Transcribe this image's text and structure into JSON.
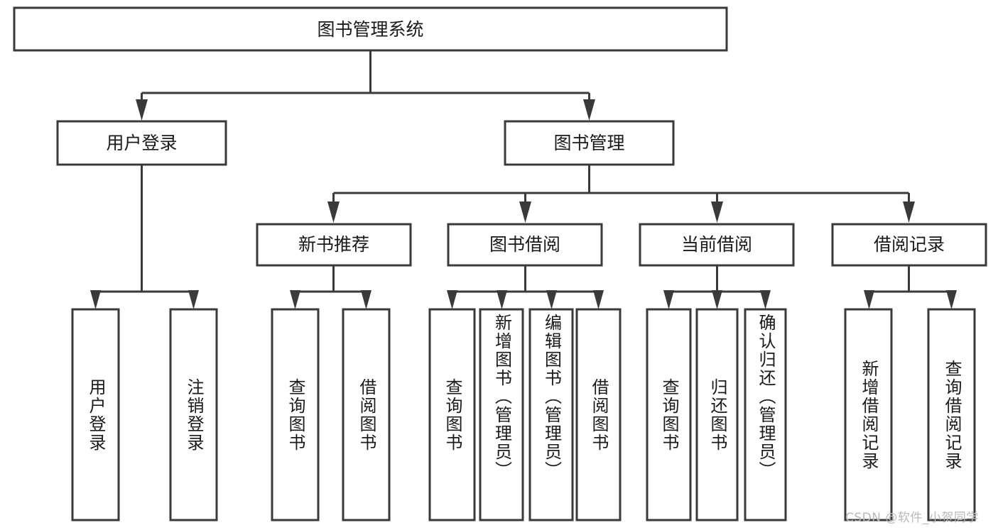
{
  "diagram": {
    "type": "tree-hierarchy",
    "title": "图书管理系统",
    "watermark": "CSDN @软件_小贺同学",
    "colors": {
      "stroke": "#3a3a3a",
      "fill": "#ffffff",
      "text": "#1a1a1a",
      "watermark": "#b9b9b9",
      "background": "#ffffff"
    },
    "levels": {
      "root": {
        "label": "图书管理系统"
      },
      "level2": [
        {
          "label": "用户登录"
        },
        {
          "label": "图书管理"
        }
      ],
      "level3": [
        {
          "label": "新书推荐"
        },
        {
          "label": "图书借阅"
        },
        {
          "label": "当前借阅"
        },
        {
          "label": "借阅记录"
        }
      ],
      "leaves": [
        {
          "label": "用户登录",
          "parent": "用户登录"
        },
        {
          "label": "注销登录",
          "parent": "用户登录"
        },
        {
          "label": "查询图书",
          "parent": "新书推荐"
        },
        {
          "label": "借阅图书",
          "parent": "新书推荐"
        },
        {
          "label": "查询图书",
          "parent": "图书借阅"
        },
        {
          "label": "新增图书（管理员）",
          "parent": "图书借阅"
        },
        {
          "label": "编辑图书（管理员）",
          "parent": "图书借阅"
        },
        {
          "label": "借阅图书",
          "parent": "图书借阅"
        },
        {
          "label": "查询图书",
          "parent": "当前借阅"
        },
        {
          "label": "归还图书",
          "parent": "当前借阅"
        },
        {
          "label": "确认归还（管理员）",
          "parent": "当前借阅"
        },
        {
          "label": "新增借阅记录",
          "parent": "借阅记录"
        },
        {
          "label": "查询借阅记录",
          "parent": "借阅记录"
        }
      ]
    }
  }
}
